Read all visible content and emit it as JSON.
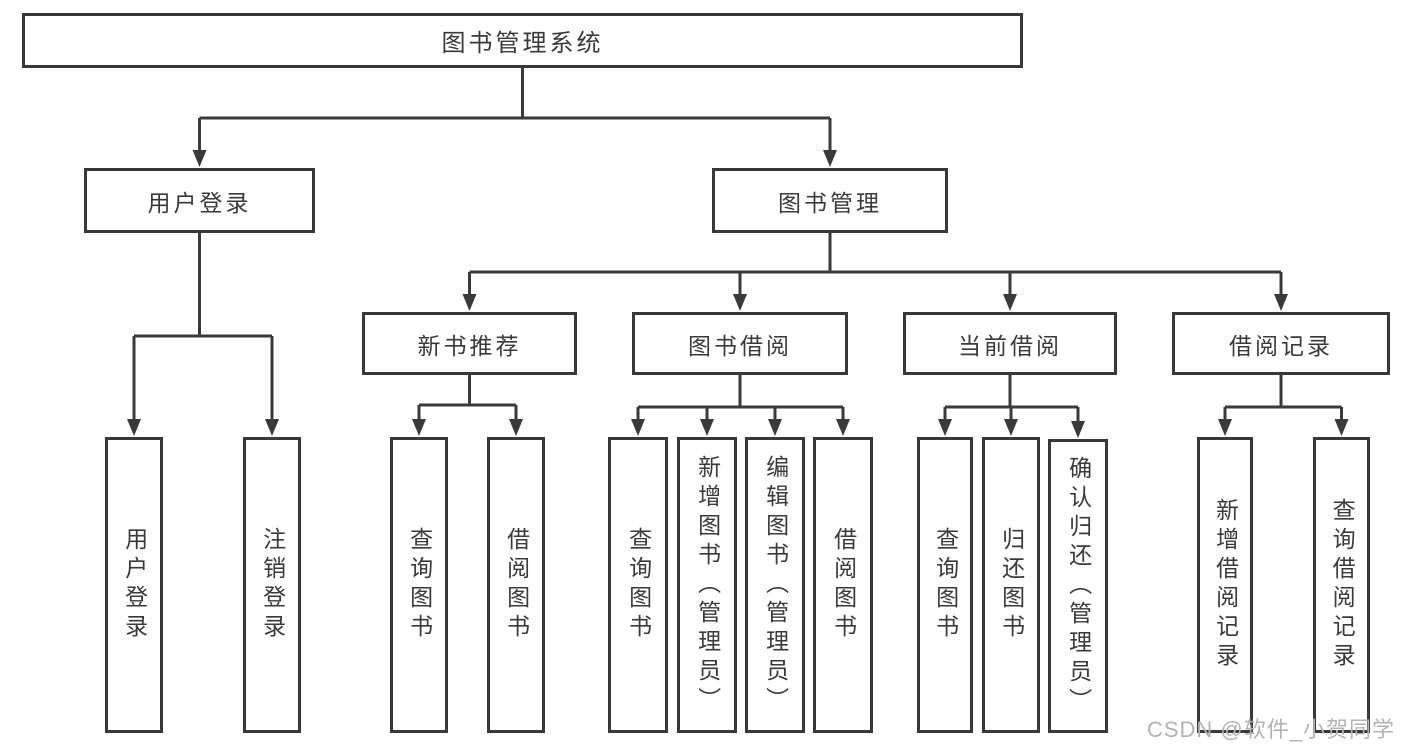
{
  "diagram": {
    "title": "图书管理系统",
    "nodes": [
      {
        "id": "system",
        "label": "图书管理系统",
        "parent": null
      },
      {
        "id": "user-login",
        "label": "用户登录",
        "parent": "system"
      },
      {
        "id": "book-management",
        "label": "图书管理",
        "parent": "system"
      },
      {
        "id": "user-login-action",
        "label": "用户登录",
        "parent": "user-login"
      },
      {
        "id": "logout",
        "label": "注销登录",
        "parent": "user-login"
      },
      {
        "id": "new-book-recommend",
        "label": "新书推荐",
        "parent": "book-management"
      },
      {
        "id": "book-borrowing",
        "label": "图书借阅",
        "parent": "book-management"
      },
      {
        "id": "current-borrowing",
        "label": "当前借阅",
        "parent": "book-management"
      },
      {
        "id": "borrowing-records",
        "label": "借阅记录",
        "parent": "book-management"
      },
      {
        "id": "nbr-query-books",
        "label": "查询图书",
        "parent": "new-book-recommend"
      },
      {
        "id": "nbr-borrow-books",
        "label": "借阅图书",
        "parent": "new-book-recommend"
      },
      {
        "id": "bb-query-books",
        "label": "查询图书",
        "parent": "book-borrowing"
      },
      {
        "id": "bb-add-books",
        "label": "新增图书（管理员）",
        "parent": "book-borrowing"
      },
      {
        "id": "bb-edit-books",
        "label": "编辑图书（管理员）",
        "parent": "book-borrowing"
      },
      {
        "id": "bb-borrow-books",
        "label": "借阅图书",
        "parent": "book-borrowing"
      },
      {
        "id": "cb-query-books",
        "label": "查询图书",
        "parent": "current-borrowing"
      },
      {
        "id": "cb-return-books",
        "label": "归还图书",
        "parent": "current-borrowing"
      },
      {
        "id": "cb-confirm-return",
        "label": "确认归还（管理员）",
        "parent": "current-borrowing"
      },
      {
        "id": "br-add-record",
        "label": "新增借阅记录",
        "parent": "borrowing-records"
      },
      {
        "id": "br-query-record",
        "label": "查询借阅记录",
        "parent": "borrowing-records"
      }
    ]
  },
  "watermark": {
    "text": "CSDN @软件_小贺同学"
  },
  "colors": {
    "line": "#3a3a3a",
    "box_border": "#383838",
    "text": "#3a3a3a",
    "watermark": "#b3b3b3",
    "background": "#ffffff"
  }
}
